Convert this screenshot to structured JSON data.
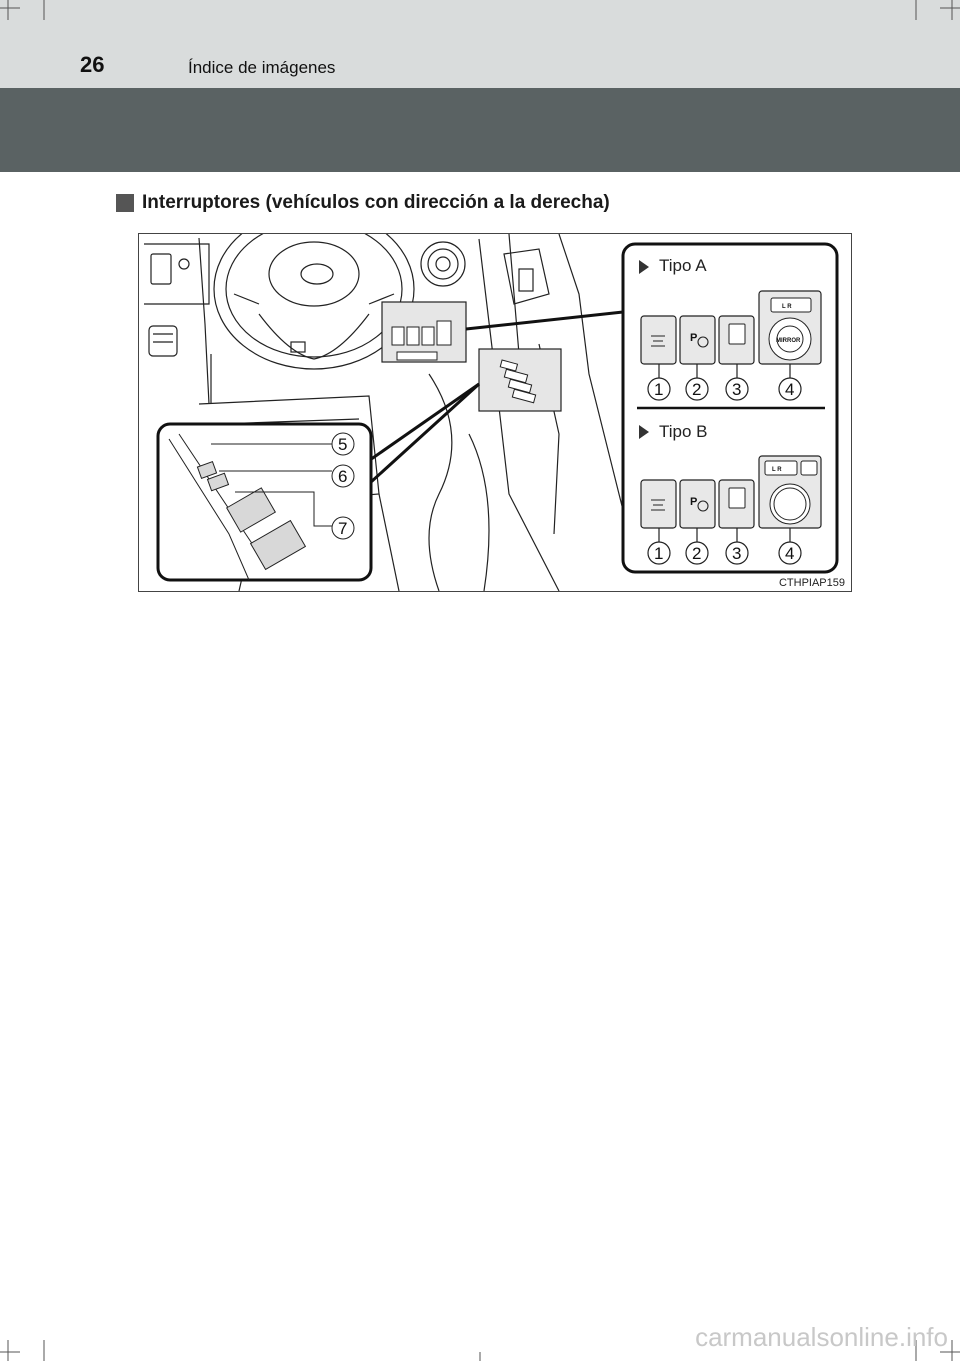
{
  "header": {
    "page_number": "26",
    "chapter_title": "Índice de imágenes"
  },
  "section": {
    "heading": "Interruptores (vehículos con dirección a la derecha)"
  },
  "figure": {
    "code": "CTHPIAP159",
    "tipo_a": {
      "label": "Tipo A",
      "callouts": [
        "1",
        "2",
        "3",
        "4"
      ],
      "mirror_label": "MIRROR",
      "lr_label": "L  R"
    },
    "tipo_b": {
      "label": "Tipo B",
      "callouts": [
        "1",
        "2",
        "3",
        "4"
      ],
      "lr_label": "L  R"
    },
    "door_callouts": [
      "5",
      "6",
      "7"
    ]
  },
  "footer": {
    "watermark": "carmanualsonline.info"
  }
}
